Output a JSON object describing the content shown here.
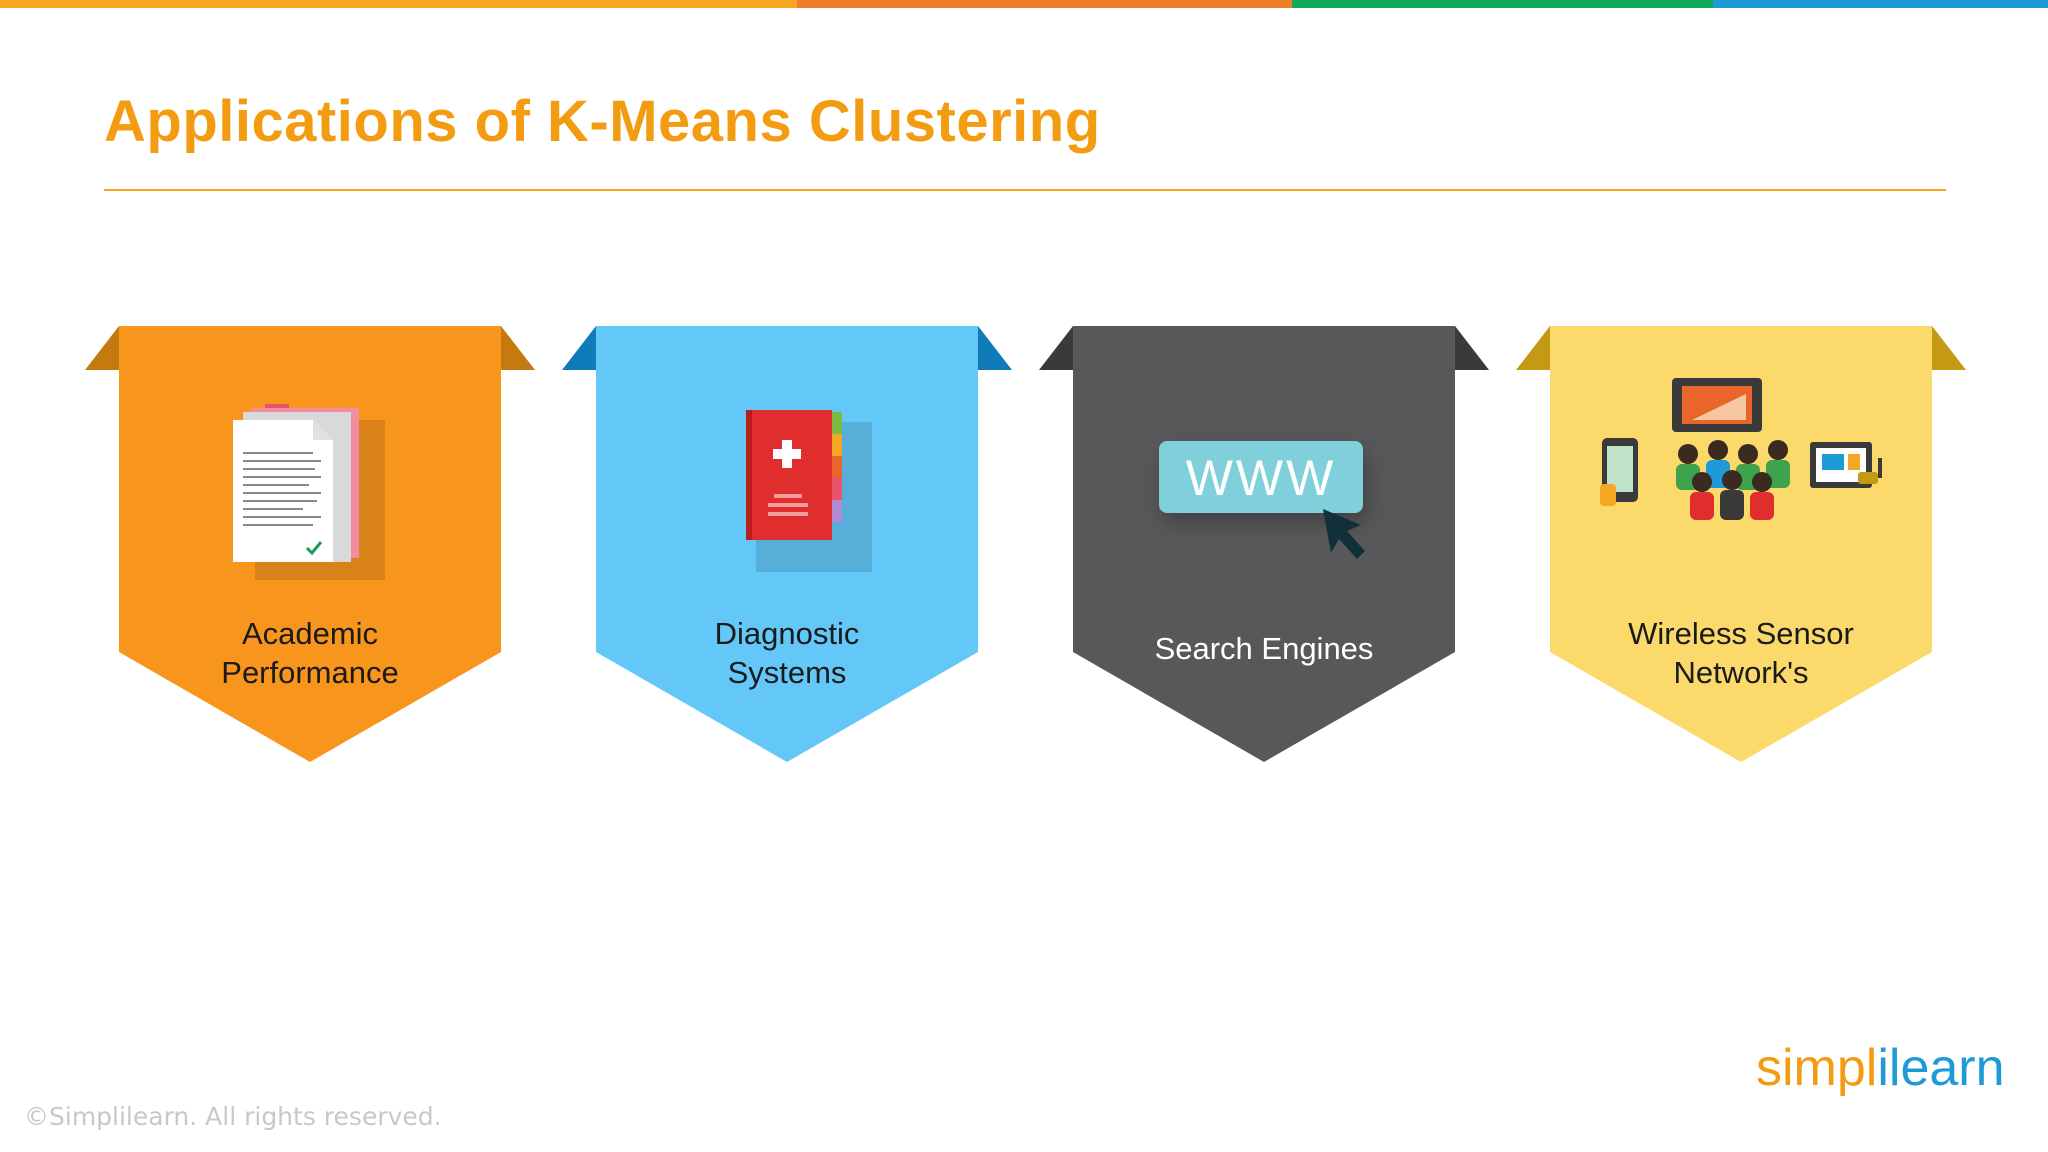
{
  "colors": {
    "accent": "#F39C12",
    "topbar": [
      "#F5A623",
      "#F07D2A",
      "#12A85A",
      "#1E9BD7"
    ],
    "cards": {
      "academic": {
        "fill": "#F7951D",
        "tab": "#C57A10",
        "text": "#1a1a1a"
      },
      "diagnostic": {
        "fill": "#63C8F8",
        "tab": "#0F7BB8",
        "text": "#1a1a1a"
      },
      "search": {
        "fill": "#58585A",
        "tab": "#3A3A3A",
        "text": "#ffffff"
      },
      "wireless": {
        "fill": "#FBD96B",
        "tab": "#C49A14",
        "text": "#1a1a1a"
      }
    }
  },
  "slide": {
    "title": "Applications of K-Means Clustering"
  },
  "cards": [
    {
      "label_line1": "Academic",
      "label_line2": "Performance",
      "icon": "document-checklist-icon"
    },
    {
      "label_line1": "Diagnostic",
      "label_line2": "Systems",
      "icon": "medical-book-icon"
    },
    {
      "label_line1": "Search Engines",
      "label_line2": "",
      "icon": "www-cursor-icon"
    },
    {
      "label_line1": "Wireless Sensor",
      "label_line2": "Network's",
      "icon": "connected-devices-people-icon"
    }
  ],
  "search_icon_text": "WWW",
  "footer": {
    "copyright": "©Simplilearn. All rights reserved.",
    "logo_part1": "simpl",
    "logo_part2": "i",
    "logo_part3": "learn"
  }
}
